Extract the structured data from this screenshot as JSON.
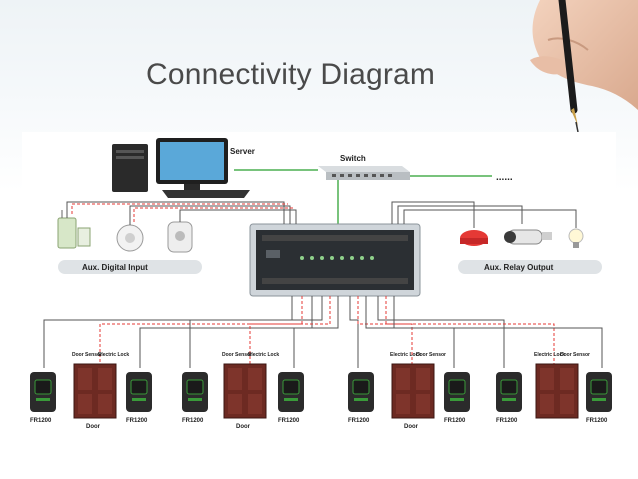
{
  "slide": {
    "title": "Connectivity Diagram"
  },
  "diagram": {
    "server_label": "Server",
    "switch_label": "Switch",
    "network_more": "......",
    "aux_input_label": "Aux. Digital Input",
    "aux_output_label": "Aux. Relay Output",
    "reader_label": "FR1200",
    "door_label": "Door",
    "door_sensor_label": "Door Sensor",
    "electric_lock_label": "Electric Lock",
    "line_colors": {
      "network": "#4caf50",
      "wiring": "#555555",
      "signal": "#e53935"
    }
  }
}
